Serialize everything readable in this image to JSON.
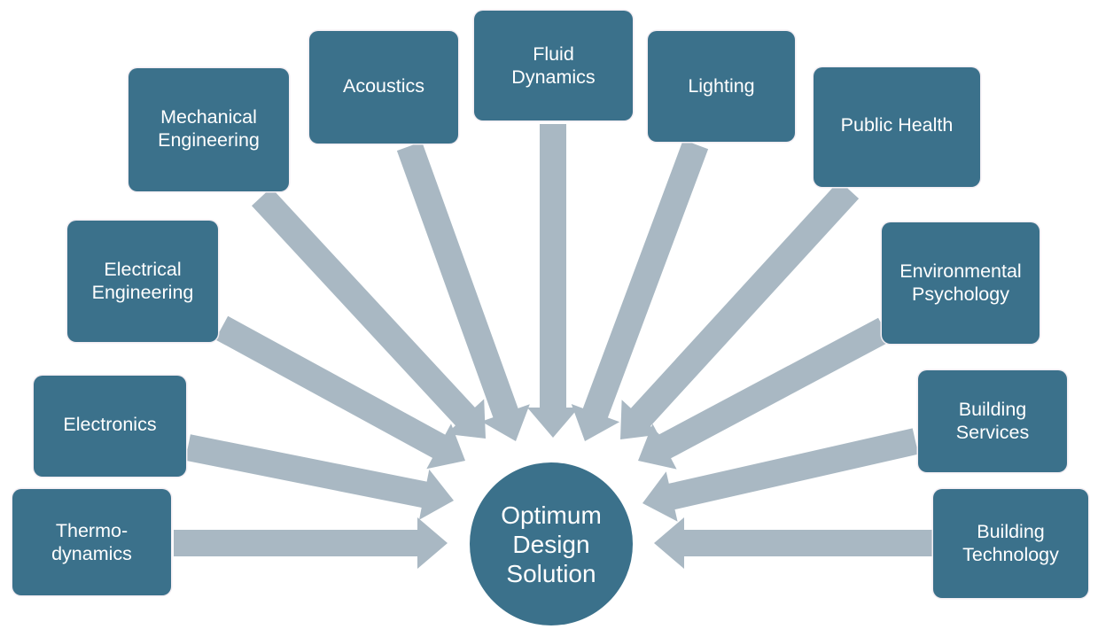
{
  "diagram": {
    "type": "radial-convergence",
    "center": {
      "label": "Optimum\nDesign\nSolution"
    },
    "disciplines": [
      {
        "id": "thermodynamics",
        "label": "Thermo-\ndynamics"
      },
      {
        "id": "electronics",
        "label": "Electronics"
      },
      {
        "id": "electrical-engineering",
        "label": "Electrical\nEngineering"
      },
      {
        "id": "mechanical-engineering",
        "label": "Mechanical\nEngineering"
      },
      {
        "id": "acoustics",
        "label": "Acoustics"
      },
      {
        "id": "fluid-dynamics",
        "label": "Fluid\nDynamics"
      },
      {
        "id": "lighting",
        "label": "Lighting"
      },
      {
        "id": "public-health",
        "label": "Public Health"
      },
      {
        "id": "environmental-psychology",
        "label": "Environmental\nPsychology"
      },
      {
        "id": "building-services",
        "label": "Building\nServices"
      },
      {
        "id": "building-technology",
        "label": "Building\nTechnology"
      }
    ],
    "colors": {
      "node": "#3b718b",
      "arrow": "#a9b8c3",
      "text": "#ffffff"
    }
  }
}
